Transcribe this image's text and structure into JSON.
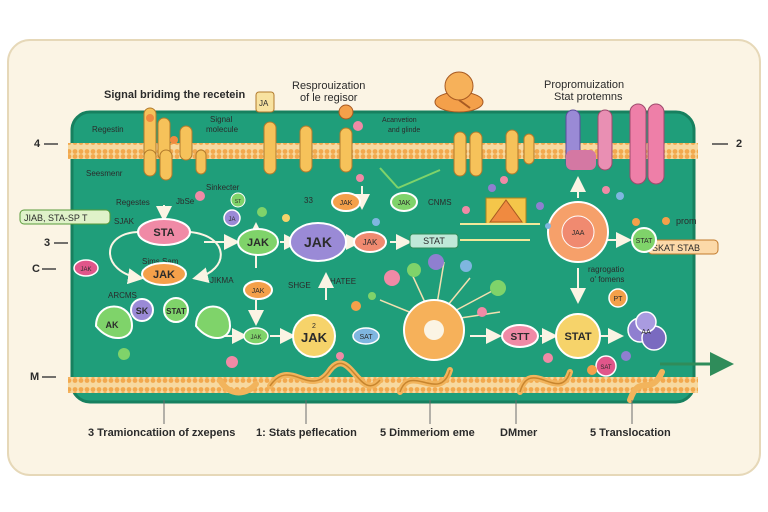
{
  "top_labels": {
    "signal_binding": "Signal bridimg the recetein",
    "resprouization": "Resprouization",
    "of_le_regisor": "of le regisor",
    "propromuization": "Propromuization",
    "stat_protemns": "Stat protemns",
    "regestin": "Regestin",
    "signal_molecule_1": "Signal",
    "signal_molecule_2": "molecule",
    "acanvetion_1": "Acanvetion",
    "acanvetion_2": "and glinde",
    "ja_box": "JA"
  },
  "side_labels": {
    "left_4": "4",
    "left_3": "3",
    "left_c": "C",
    "left_m": "M",
    "right_2": "2",
    "jaks_banner": "JIAB, STA-SP T",
    "prom": "prom",
    "skat_banner": "SKAT STAB"
  },
  "inner_labels": {
    "seesmenr": "Seesmenr",
    "regestes": "Regestes",
    "sjak": "SJAK",
    "jbse": "JbSe",
    "sinkecter": "Sinkecter",
    "sims_sam": "Sims   Sam",
    "jikma": "JIKMA",
    "arcms": "ARCMS",
    "shge": "SHGE",
    "hatee": "HATEE",
    "cnms": "CNMS",
    "num_33": "33",
    "ragrogatio_1": "ragrogatio",
    "ragrogatio_2": "o' fomens",
    "pt": "PT"
  },
  "nodes": {
    "sta_pink": "STA",
    "jak_orange": "JAK",
    "jak_mid_small": "JAK",
    "jak_green": "JAK",
    "jak_purple_big": "JAK",
    "jak_red": "JAK",
    "jak_bottom": "JAK",
    "jak_bottom_num": "2",
    "jak_green_small": "JAK",
    "stat_arrow": "STAT",
    "stt": "STT",
    "stat_yellow": "STAT",
    "sk_purple": "SK",
    "stat_green": "STAT",
    "ak_pill": "AK",
    "jak_green_top": "JAK",
    "st_small": "ST",
    "sat_small": "SAT",
    "jak_small_orange": "JAK",
    "ja_small": "JA",
    "aa_purple": "AA",
    "jak_red_left": "JAK",
    "stat_right_green": "STAT",
    "sat_pink": "SAT",
    "aa_ring": "JAA"
  },
  "bottom_labels": {
    "b1": "3  Tramioncatiion of zxepens",
    "b2": "1: Stats peflecation",
    "b3": "5 Dimmeriom eme",
    "b4": "DMmer",
    "b5": "5 Translocation"
  },
  "colors": {
    "cell_fill": "#1f9e7a",
    "membrane": "#f2b45c",
    "frame": "#fbf4e4",
    "pink": "#f08aa6",
    "orange": "#f4a04a",
    "purple": "#8f7fd0",
    "green_node": "#7fd36a",
    "yellow": "#f6d36a"
  }
}
